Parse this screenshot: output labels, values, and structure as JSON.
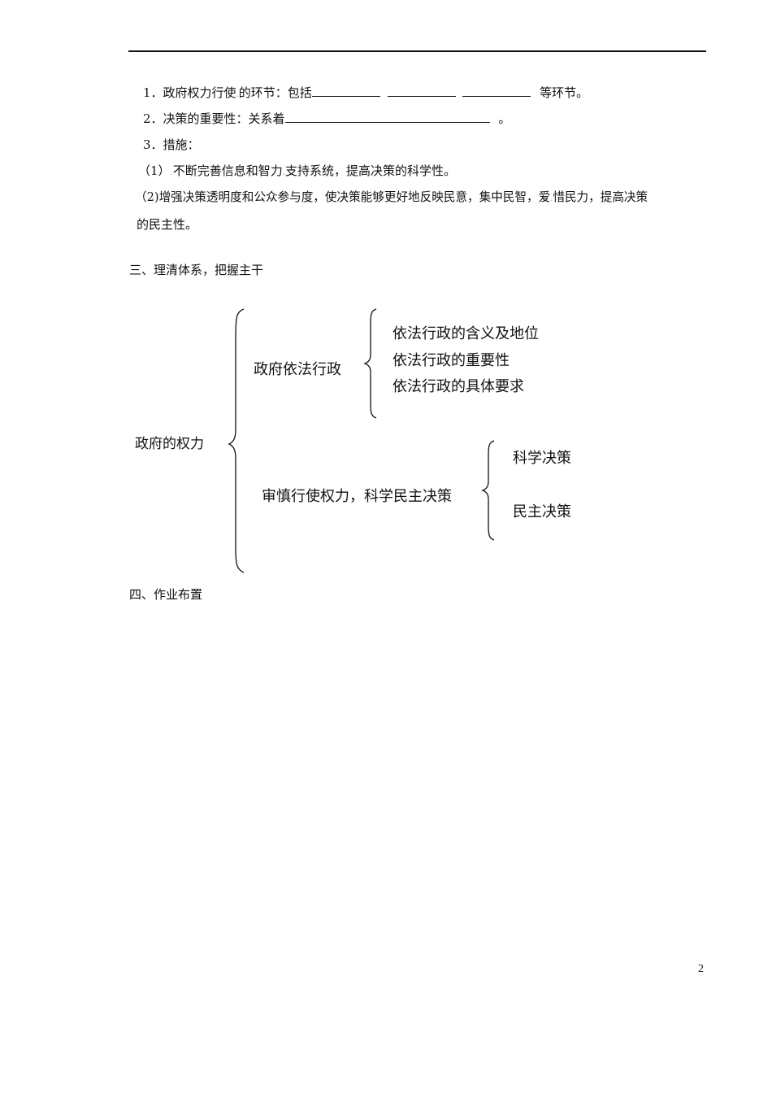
{
  "section2": {
    "item1": {
      "prefix": "1．政府权力行使",
      "mid": "的环节：包括",
      "suffix": "等环节。"
    },
    "item2": {
      "prefix": "2．决策的重要性：关系着",
      "suffix": "。"
    },
    "item3": {
      "label": "3．措施："
    },
    "measure1": {
      "a": "（1）",
      "b": "不断完善信息和智力",
      "c": "支持系统，提高决策的科学性。"
    },
    "measure2": {
      "line1a": "（2)增强决策透明度和公众参与度，使决策能够更好地反映民意，集中民智，爱",
      "line1b": "惜民力，提高决策",
      "line2": "的民主性。"
    }
  },
  "section3": {
    "heading": "三、理清体系，把握主干",
    "root": "政府的权力",
    "branch1": {
      "label": "政府依法行政",
      "children": [
        "依法行政的含义及地位",
        "依法行政的重要性",
        "依法行政的具体要求"
      ]
    },
    "branch2": {
      "label": "审慎行使权力，科学民主决策",
      "children": [
        "科学决策",
        "民主决策"
      ]
    }
  },
  "section4": {
    "heading": "四、作业布置"
  },
  "footer": {
    "page_number": "2"
  }
}
